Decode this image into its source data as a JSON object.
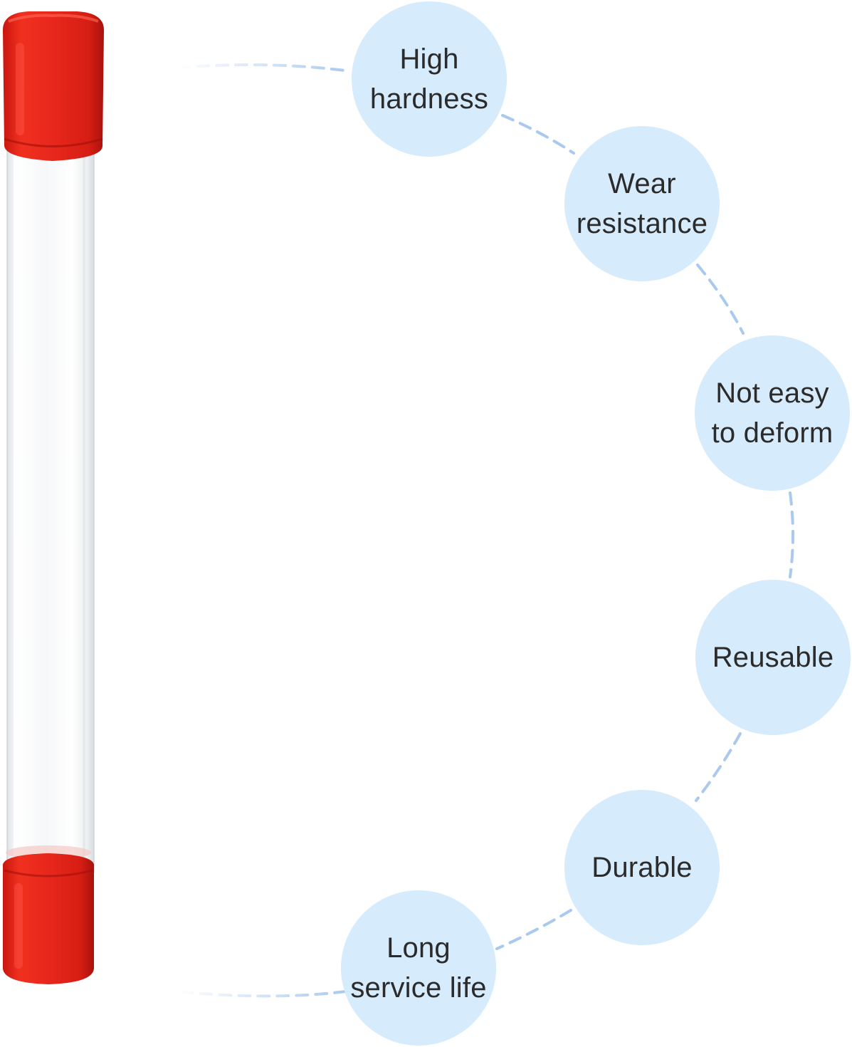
{
  "product": {
    "icon": "clear-tube-with-red-end-caps",
    "colors": {
      "cap": "#e8271c",
      "cap_shade": "#b8140d",
      "tube": "#f3f5f7"
    }
  },
  "features": [
    {
      "label": "High\nhardness"
    },
    {
      "label": "Wear\nresistance"
    },
    {
      "label": "Not easy\nto deform"
    },
    {
      "label": "Reusable"
    },
    {
      "label": "Durable"
    },
    {
      "label": "Long\nservice life"
    }
  ],
  "colors": {
    "bubble": "#d6ebfb",
    "connector": "#a9c9ef",
    "text": "#2b2b2b"
  }
}
